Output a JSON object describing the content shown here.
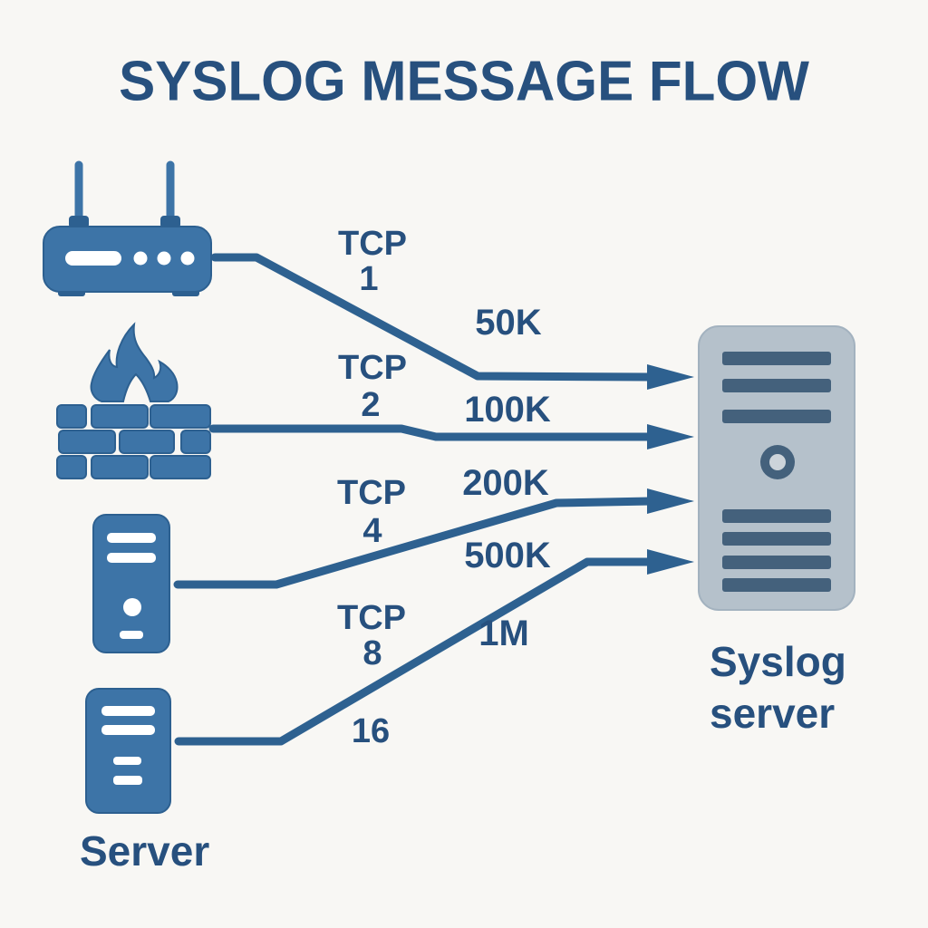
{
  "title": "SYSLOG MESSAGE FLOW",
  "server_label": "Server",
  "destination": {
    "label_line1": "Syslog",
    "label_line2": "server"
  },
  "flows": [
    {
      "protocol": "TCP",
      "port": "1",
      "volume": "50K"
    },
    {
      "protocol": "TCP",
      "port": "2",
      "volume": "100K"
    },
    {
      "protocol": "TCP",
      "port": "4",
      "volume": "200K"
    },
    {
      "protocol": "TCP",
      "port": "8",
      "volume": "500K"
    },
    {
      "protocol": "",
      "port": "16",
      "volume": "1M"
    }
  ],
  "icons": [
    "router-icon",
    "firewall-icon",
    "server-tower-icon",
    "server-tower-icon",
    "syslog-server-tower-icon",
    "arrow-right-icon"
  ],
  "colors": {
    "background": "#f8f7f4",
    "navy": "#27507e",
    "icon_blue": "#3d74a7",
    "icon_stroke": "#2d6090",
    "line_blue": "#2e6190",
    "tower_body": "#b5c1cb",
    "tower_slot": "#44617c",
    "tower_circle_inner": "#cdd4da",
    "cutout_white": "#ffffff"
  }
}
